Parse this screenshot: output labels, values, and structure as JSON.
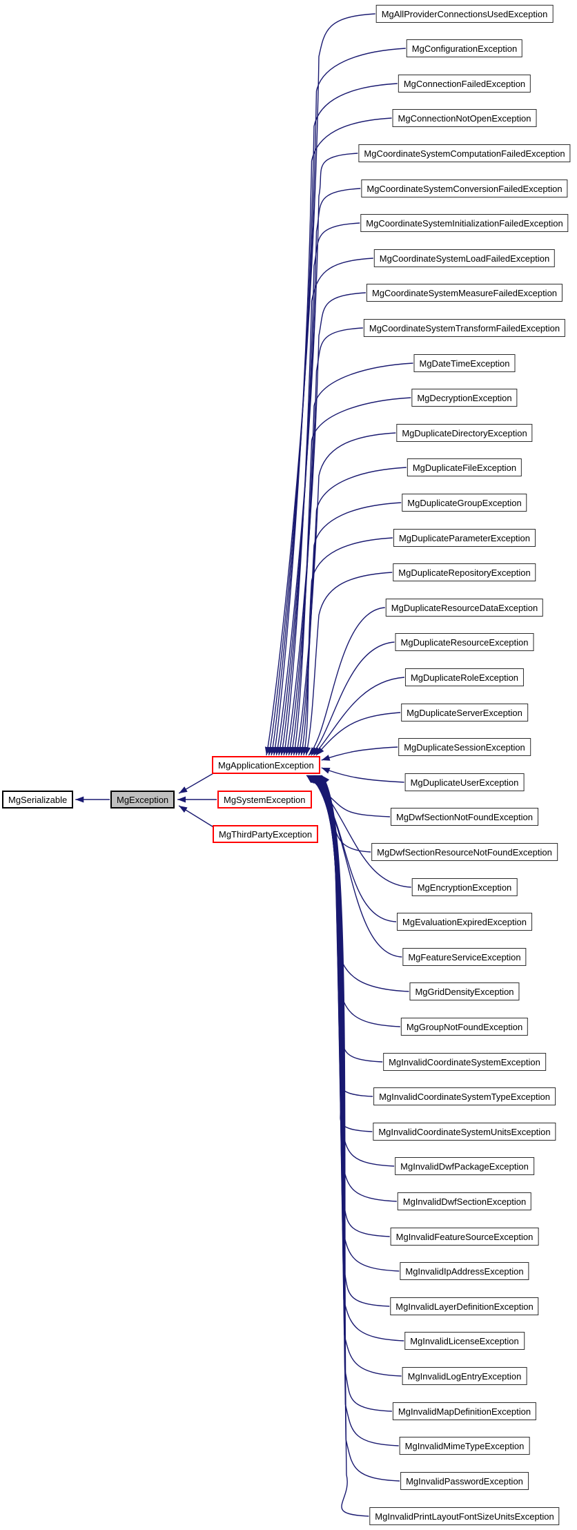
{
  "diagram": {
    "kind": "class-inheritance-graph",
    "root_class": "MgSerializable",
    "current_class": "MgException",
    "subclasses_of_exception": [
      "MgApplicationException",
      "MgSystemException",
      "MgThirdPartyException"
    ]
  },
  "classes": {
    "serializable": "MgSerializable",
    "exception": "MgException",
    "application_exception": "MgApplicationException",
    "system_exception": "MgSystemException",
    "third_party_exception": "MgThirdPartyException"
  },
  "derived_classes": [
    "MgAllProviderConnectionsUsedException",
    "MgConfigurationException",
    "MgConnectionFailedException",
    "MgConnectionNotOpenException",
    "MgCoordinateSystemComputationFailedException",
    "MgCoordinateSystemConversionFailedException",
    "MgCoordinateSystemInitializationFailedException",
    "MgCoordinateSystemLoadFailedException",
    "MgCoordinateSystemMeasureFailedException",
    "MgCoordinateSystemTransformFailedException",
    "MgDateTimeException",
    "MgDecryptionException",
    "MgDuplicateDirectoryException",
    "MgDuplicateFileException",
    "MgDuplicateGroupException",
    "MgDuplicateParameterException",
    "MgDuplicateRepositoryException",
    "MgDuplicateResourceDataException",
    "MgDuplicateResourceException",
    "MgDuplicateRoleException",
    "MgDuplicateServerException",
    "MgDuplicateSessionException",
    "MgDuplicateUserException",
    "MgDwfSectionNotFoundException",
    "MgDwfSectionResourceNotFoundException",
    "MgEncryptionException",
    "MgEvaluationExpiredException",
    "MgFeatureServiceException",
    "MgGridDensityException",
    "MgGroupNotFoundException",
    "MgInvalidCoordinateSystemException",
    "MgInvalidCoordinateSystemTypeException",
    "MgInvalidCoordinateSystemUnitsException",
    "MgInvalidDwfPackageException",
    "MgInvalidDwfSectionException",
    "MgInvalidFeatureSourceException",
    "MgInvalidIpAddressException",
    "MgInvalidLayerDefinitionException",
    "MgInvalidLicenseException",
    "MgInvalidLogEntryException",
    "MgInvalidMapDefinitionException",
    "MgInvalidMimeTypeException",
    "MgInvalidPasswordException",
    "MgInvalidPrintLayoutFontSizeUnitsException"
  ],
  "colors": {
    "edge": "#191970",
    "highlight_border": "#ff0000",
    "current_class_fill": "#c0c0c0",
    "box_border": "#2b2b2b",
    "box_fill": "#ffffff",
    "text": "#000000"
  }
}
